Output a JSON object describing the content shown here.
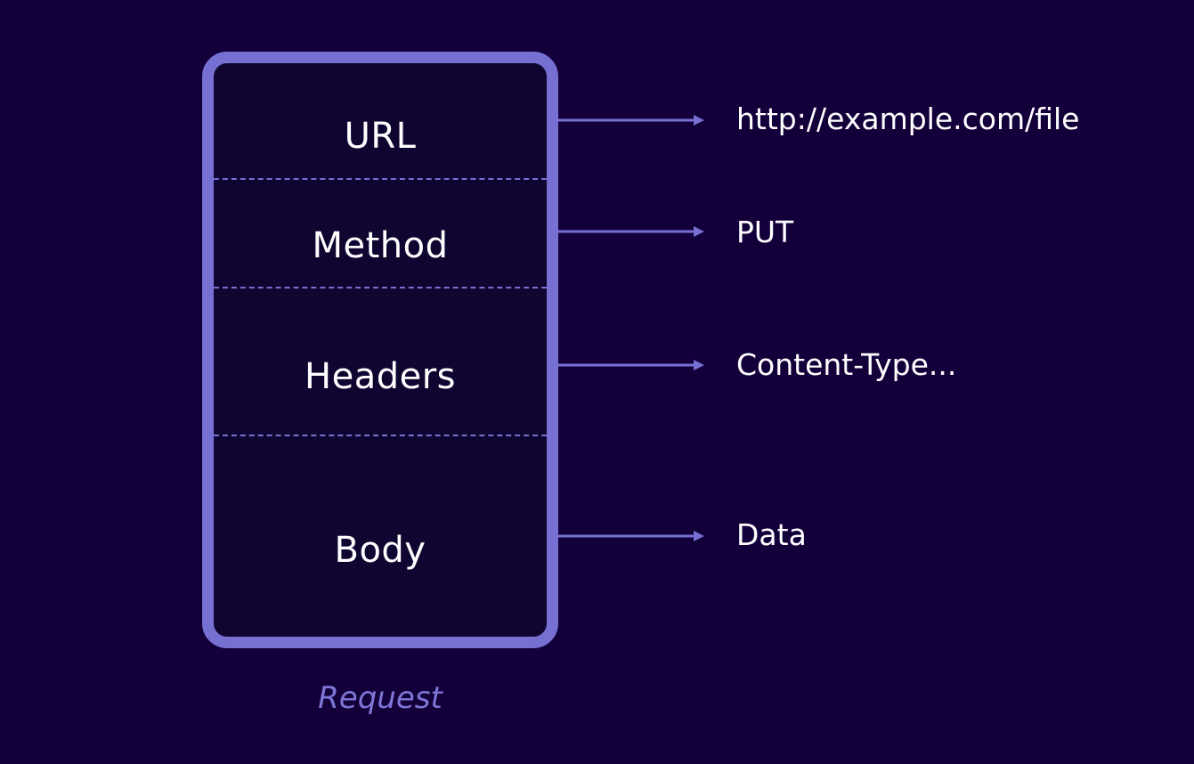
{
  "diagram": {
    "fields": [
      {
        "label": "URL",
        "value": "http://example.com/file"
      },
      {
        "label": "Method",
        "value": "PUT"
      },
      {
        "label": "Headers",
        "value": "Content-Type..."
      },
      {
        "label": "Body",
        "value": "Data"
      }
    ],
    "caption": "Request"
  },
  "colors": {
    "background": "#13003a",
    "box_fill": "#0f0530",
    "accent": "#7570d2",
    "caption": "#7e76d6",
    "text": "#ffffff"
  }
}
